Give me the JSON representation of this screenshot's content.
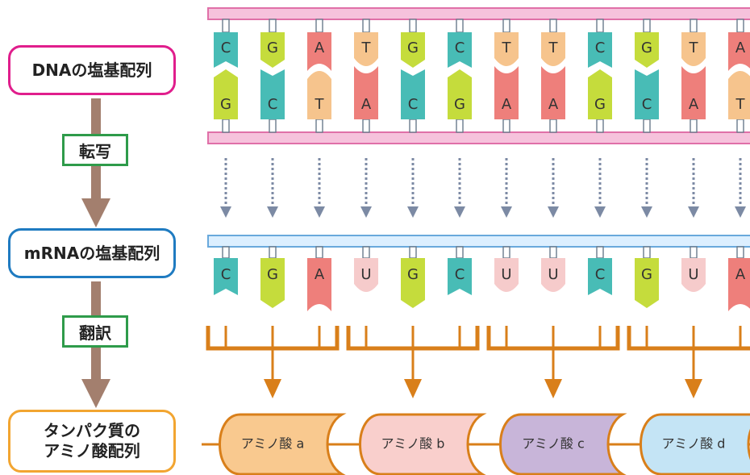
{
  "labels": {
    "dna": "DNAの塩基配列",
    "mrna": "mRNAの塩基配列",
    "protein": "タンパク質の\nアミノ酸配列"
  },
  "steps": {
    "transcription": "転写",
    "translation": "翻訳"
  },
  "dna": {
    "top": [
      "C",
      "G",
      "A",
      "T",
      "G",
      "C",
      "T",
      "T",
      "C",
      "G",
      "T",
      "A"
    ],
    "bottom": [
      "G",
      "C",
      "T",
      "A",
      "C",
      "G",
      "A",
      "A",
      "G",
      "C",
      "A",
      "T"
    ]
  },
  "mrna": [
    "C",
    "G",
    "A",
    "U",
    "G",
    "C",
    "U",
    "U",
    "C",
    "G",
    "U",
    "A"
  ],
  "amino_acids": [
    "アミノ酸 a",
    "アミノ酸 b",
    "アミノ酸 c",
    "アミノ酸 d"
  ],
  "colors": {
    "A": "#ee7f7b",
    "T": "#f6c48d",
    "G": "#c5dc3c",
    "C": "#48bcb6",
    "U": "#f6cbcb",
    "dna_strand": "#f6c2dc",
    "dna_strand_border": "#e070a8",
    "mrna_strand": "#dcefff",
    "mrna_strand_border": "#69a9dc",
    "dna_label_border": "#e01e8c",
    "mrna_label_border": "#1f7bc1",
    "protein_label_border": "#f2a531",
    "flow_arrow": "#a37f6e",
    "codon_bracket": "#d97f1a",
    "step_border": "#2e9b4a",
    "amino_fill": [
      "#f9c98f",
      "#f9cfcc",
      "#c8b5d9",
      "#c4e4f5"
    ]
  }
}
